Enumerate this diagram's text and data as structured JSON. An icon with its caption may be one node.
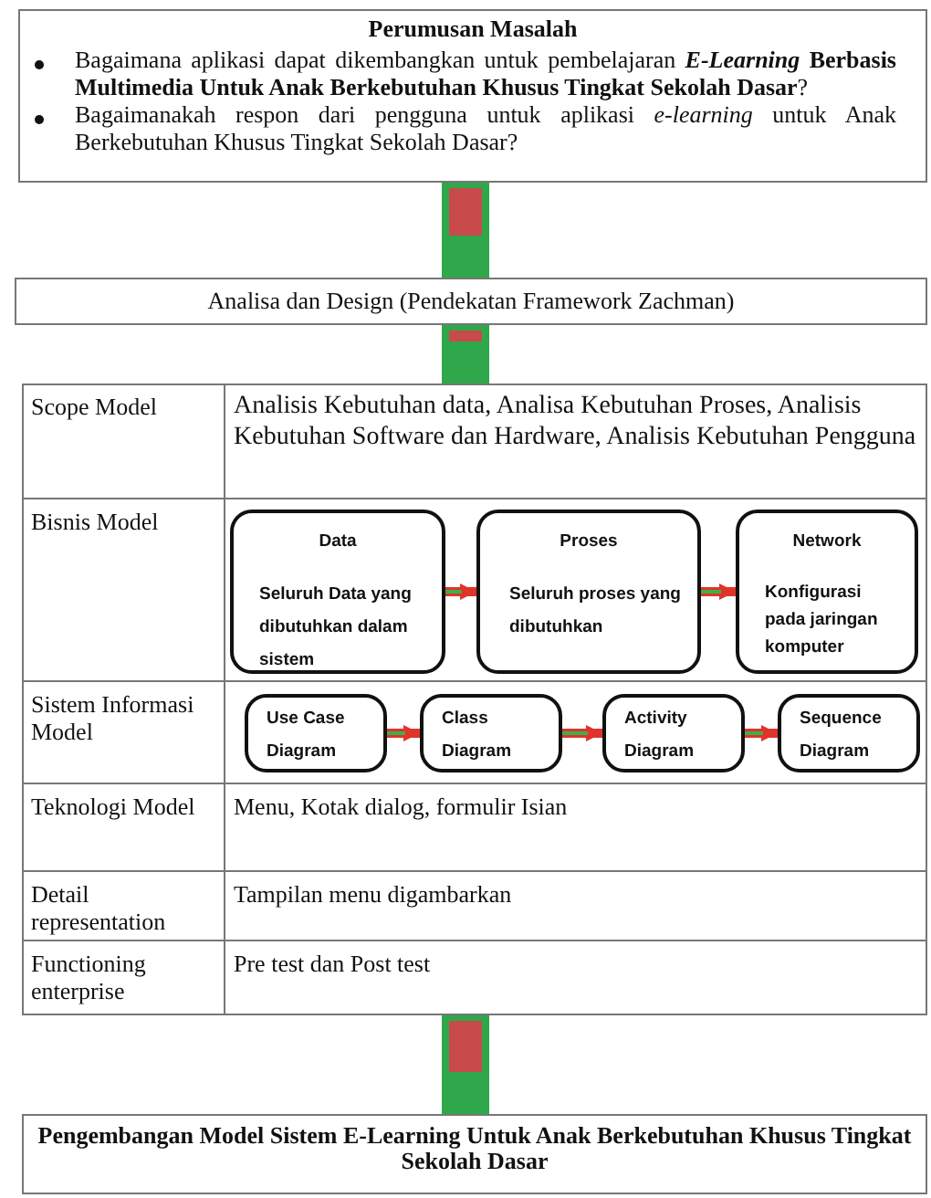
{
  "diagram": {
    "nodes": [
      {
        "text": [
          "Perumusan Masalah",
          "Bagaimana aplikasi dapat dikembangkan untuk pembelajaran ***E-Learning* Berbasis Multimedia Untuk Anak Berkebutuhan Khusus Tingkat Sekolah Dasar**?",
          "Bagaimanakah respon dari pengguna untuk aplikasi *e-learning* untuk Anak Berkebutuhan Khusus Tingkat Sekolah Dasar?"
        ]
      },
      {
        "text": [
          "Analisa dan Design (Pendekatan Framework Zachman)"
        ]
      },
      {
        "text": [
          "Scope Model",
          "Analisis Kebutuhan data, Analisa Kebutuhan Proses, Analisis Kebutuhan Software dan Hardware, Analisis Kebutuhan Pengguna",
          "Bisnis Model",
          "Sistem Informasi Model",
          "Teknologi Model",
          "Menu, Kotak dialog, formulir Isian",
          "Detail representation",
          "Tampilan menu digambarkan",
          "Functioning enterprise",
          "Pre test dan Post test"
        ]
      },
      {
        "text": [
          "Data",
          "Seluruh Data yang dibutuhkan dalam sistem"
        ],
        "in": 2
      },
      {
        "text": [
          "Proses",
          "Seluruh proses yang dibutuhkan"
        ],
        "in": 2
      },
      {
        "text": [
          "Network",
          "Konfigurasi pada jaringan komputer"
        ],
        "in": 2
      },
      {
        "text": [
          "Use Case Diagram"
        ],
        "in": 2
      },
      {
        "text": [
          "Class Diagram"
        ],
        "in": 2
      },
      {
        "text": [
          "Activity Diagram"
        ],
        "in": 2
      },
      {
        "text": [
          "Sequence Diagram"
        ],
        "in": 2
      },
      {
        "text": [
          "Pengembangan Model Sistem E-Learning Untuk Anak Berkebutuhan Khusus Tingkat Sekolah Dasar"
        ]
      }
    ],
    "edges": [
      {
        "from": 0,
        "to": 1,
        "arrow": "to",
        "style": "thick",
        "color": "#2ea84a"
      },
      {
        "from": 1,
        "to": 2,
        "arrow": "to",
        "style": "thick",
        "color": "#2ea84a"
      },
      {
        "from": 3,
        "to": 4,
        "arrow": "to"
      },
      {
        "from": 4,
        "to": 5,
        "arrow": "to"
      },
      {
        "from": 6,
        "to": 7,
        "arrow": "to"
      },
      {
        "from": 7,
        "to": 8,
        "arrow": "to"
      },
      {
        "from": 8,
        "to": 9,
        "arrow": "to"
      },
      {
        "from": 2,
        "to": 10,
        "arrow": "to",
        "style": "thick",
        "color": "#2ea84a"
      }
    ]
  }
}
